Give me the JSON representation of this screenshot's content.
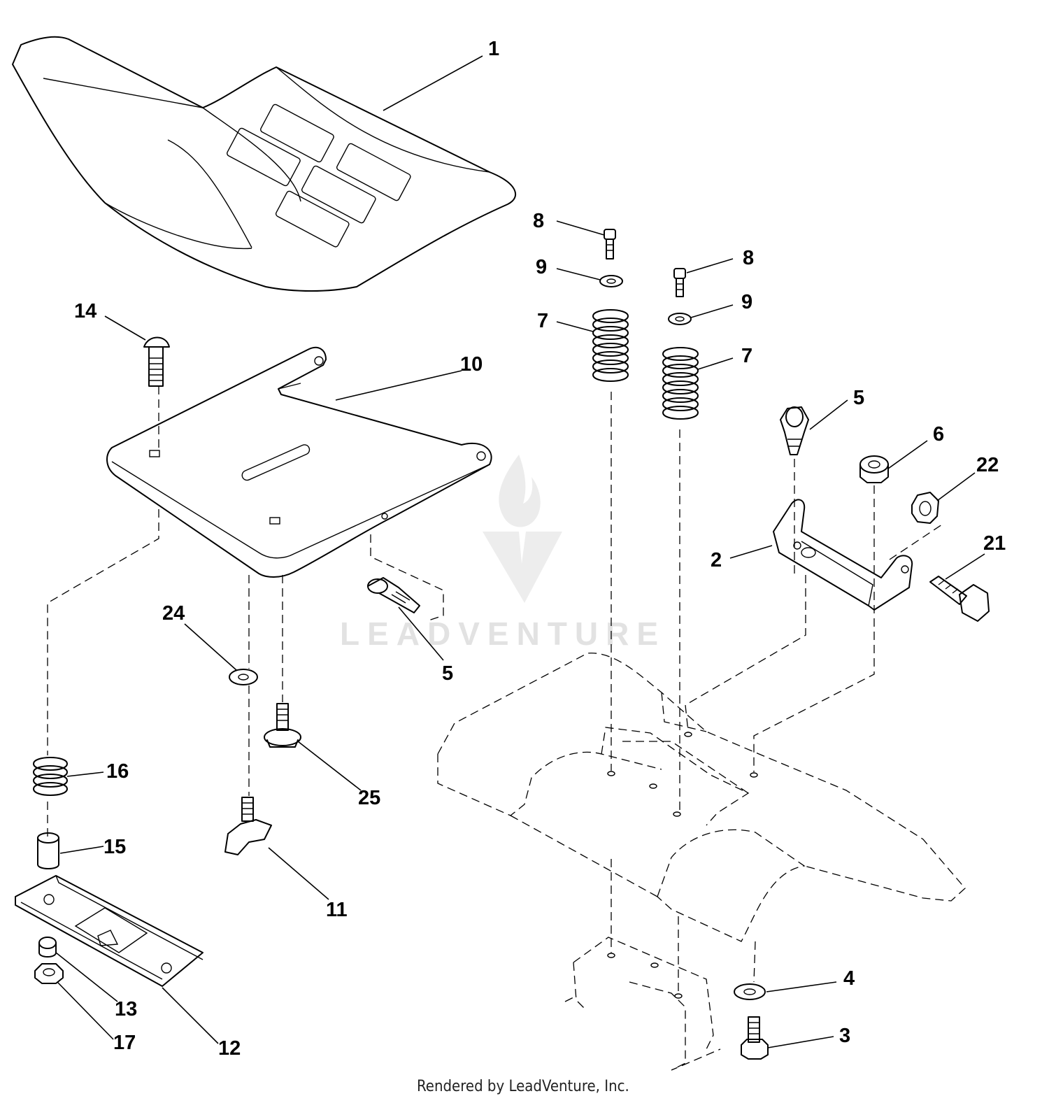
{
  "watermark": {
    "text": "LEADVENTURE"
  },
  "footer": {
    "text": "Rendered by LeadVenture, Inc."
  },
  "callouts": [
    {
      "id": "seat",
      "label": "1"
    },
    {
      "id": "bracket",
      "label": "2"
    },
    {
      "id": "bolt-3",
      "label": "3"
    },
    {
      "id": "washer-4",
      "label": "4"
    },
    {
      "id": "clip-5-right",
      "label": "5"
    },
    {
      "id": "clip-5-left",
      "label": "5"
    },
    {
      "id": "nut-6",
      "label": "6"
    },
    {
      "id": "spring-7-left",
      "label": "7"
    },
    {
      "id": "spring-7-right",
      "label": "7"
    },
    {
      "id": "bolt-8-left",
      "label": "8"
    },
    {
      "id": "bolt-8-right",
      "label": "8"
    },
    {
      "id": "washer-9-left",
      "label": "9"
    },
    {
      "id": "washer-9-right",
      "label": "9"
    },
    {
      "id": "seat-pan",
      "label": "10"
    },
    {
      "id": "knob-11",
      "label": "11"
    },
    {
      "id": "slide-12",
      "label": "12"
    },
    {
      "id": "nut-13",
      "label": "13"
    },
    {
      "id": "bolt-14",
      "label": "14"
    },
    {
      "id": "spacer-15",
      "label": "15"
    },
    {
      "id": "spring-16",
      "label": "16"
    },
    {
      "id": "nut-17",
      "label": "17"
    },
    {
      "id": "bolt-21",
      "label": "21"
    },
    {
      "id": "nut-22",
      "label": "22"
    },
    {
      "id": "washer-24",
      "label": "24"
    },
    {
      "id": "screw-25",
      "label": "25"
    }
  ]
}
